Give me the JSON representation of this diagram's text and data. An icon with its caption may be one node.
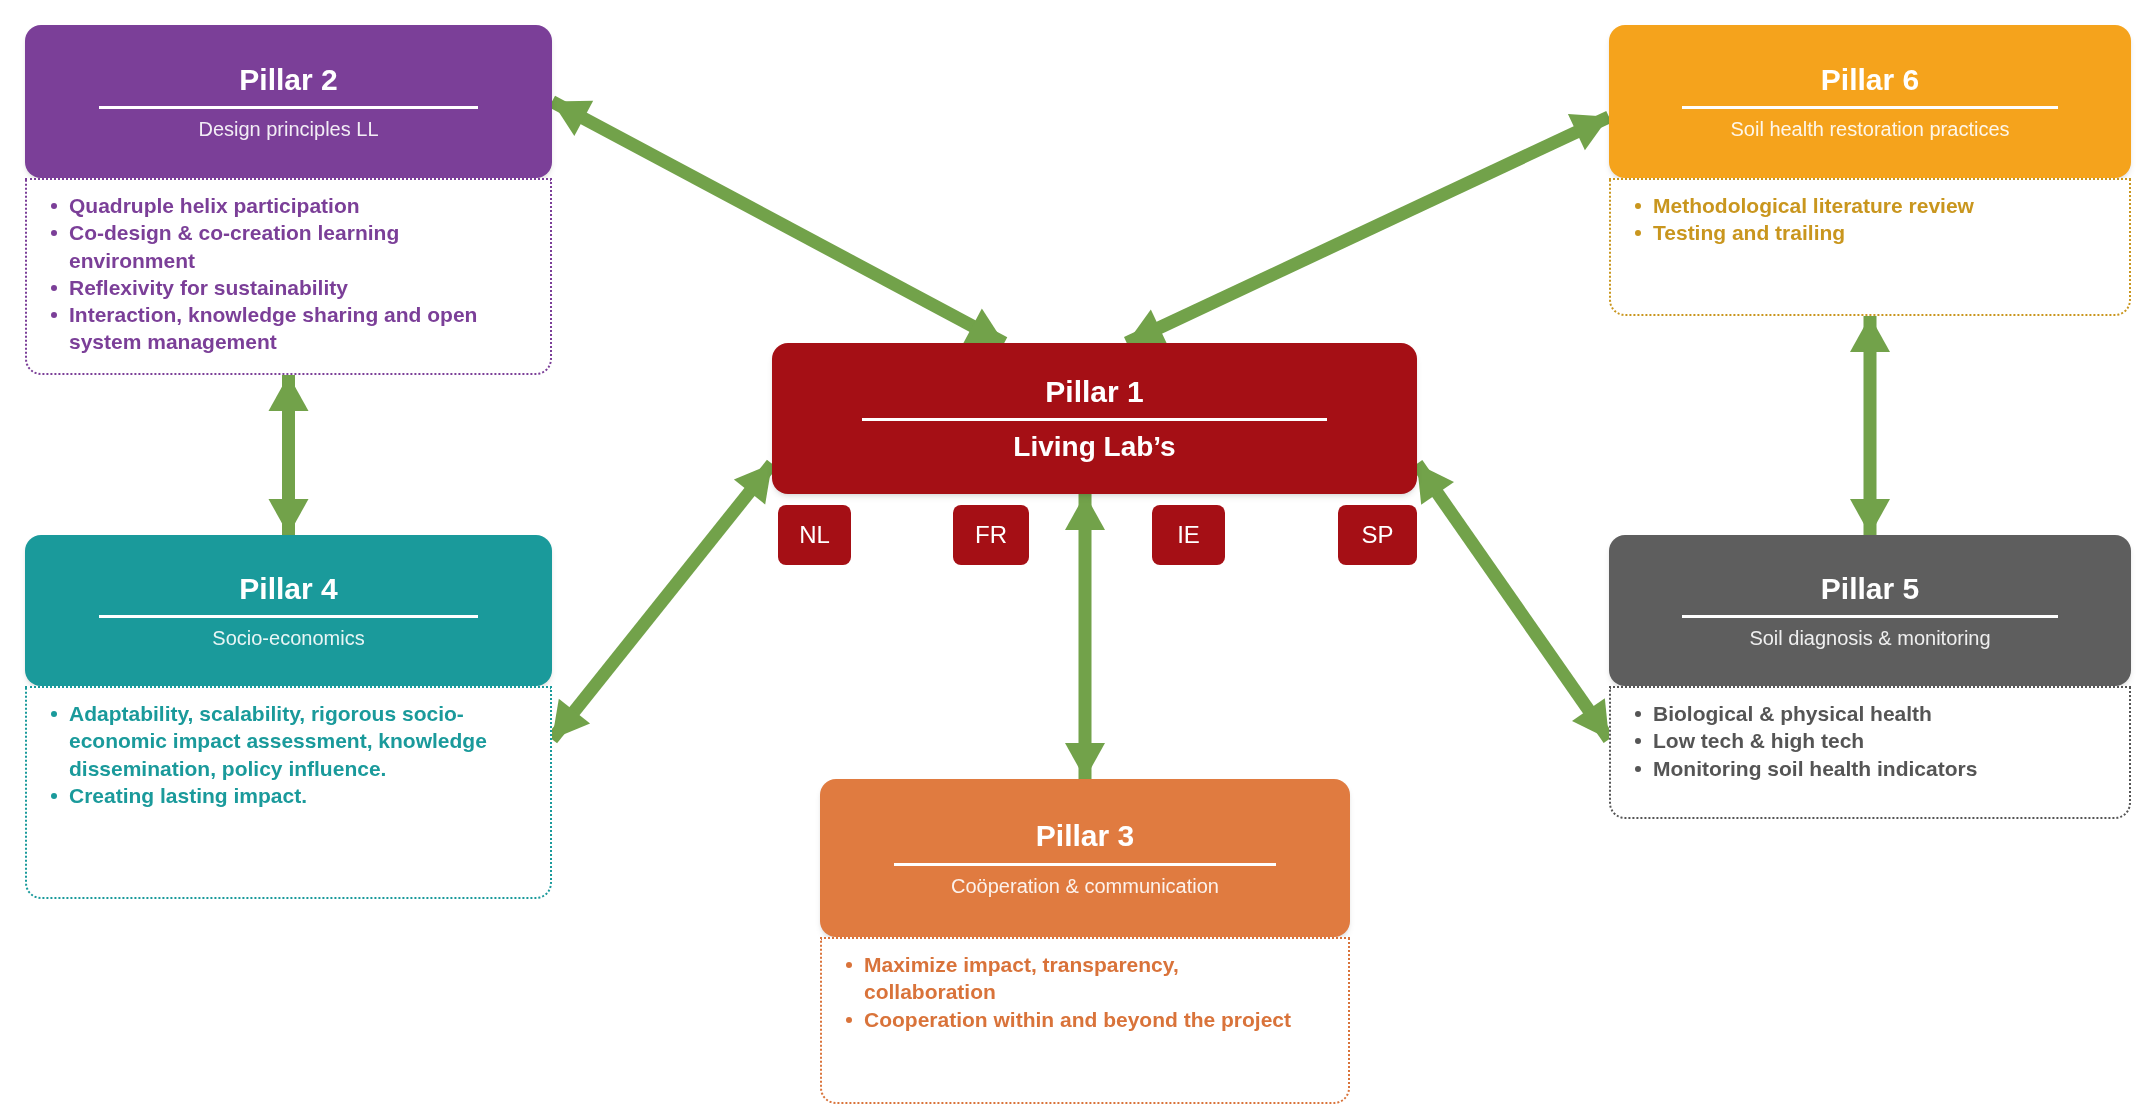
{
  "diagram": {
    "nodes": [
      {
        "text": [
          "Pillar 2",
          "Design principles LL"
        ]
      },
      {
        "text": [
          "Quadruple helix participation",
          "Co-design & co-creation learning environment",
          "Reflexivity for sustainability",
          "Interaction, knowledge sharing and open system management"
        ]
      },
      {
        "text": [
          "Pillar 6",
          "Soil health restoration practices"
        ]
      },
      {
        "text": [
          "Methodological literature review",
          "Testing and trailing"
        ]
      },
      {
        "text": [
          "Pillar 1",
          "Living Lab’s"
        ]
      },
      {
        "text": [
          "NL"
        ]
      },
      {
        "text": [
          "FR"
        ]
      },
      {
        "text": [
          "IE"
        ]
      },
      {
        "text": [
          "SP"
        ]
      },
      {
        "text": [
          "Pillar 4",
          "Socio-economics"
        ]
      },
      {
        "text": [
          "Adaptability, scalability, rigorous socio-economic impact assessment, knowledge dissemination, policy influence.",
          "Creating lasting impact."
        ]
      },
      {
        "text": [
          "Pillar 5",
          "Soil diagnosis & monitoring"
        ]
      },
      {
        "text": [
          "Biological & physical health",
          "Low tech & high tech",
          "Monitoring soil health indicators"
        ]
      },
      {
        "text": [
          "Pillar 3",
          "Coöperation & communication"
        ]
      },
      {
        "text": [
          "Maximize impact, transparency, collaboration",
          "Cooperation within and beyond the project"
        ]
      }
    ],
    "edges": [
      {
        "from": 0,
        "to": 4,
        "arrow": "both"
      },
      {
        "from": 2,
        "to": 4,
        "arrow": "both"
      },
      {
        "from": 1,
        "to": 9,
        "arrow": "both"
      },
      {
        "from": 3,
        "to": 11,
        "arrow": "both"
      },
      {
        "from": 10,
        "to": 4,
        "arrow": "both"
      },
      {
        "from": 13,
        "to": 4,
        "arrow": "both"
      },
      {
        "from": 12,
        "to": 4,
        "arrow": "both"
      }
    ]
  }
}
